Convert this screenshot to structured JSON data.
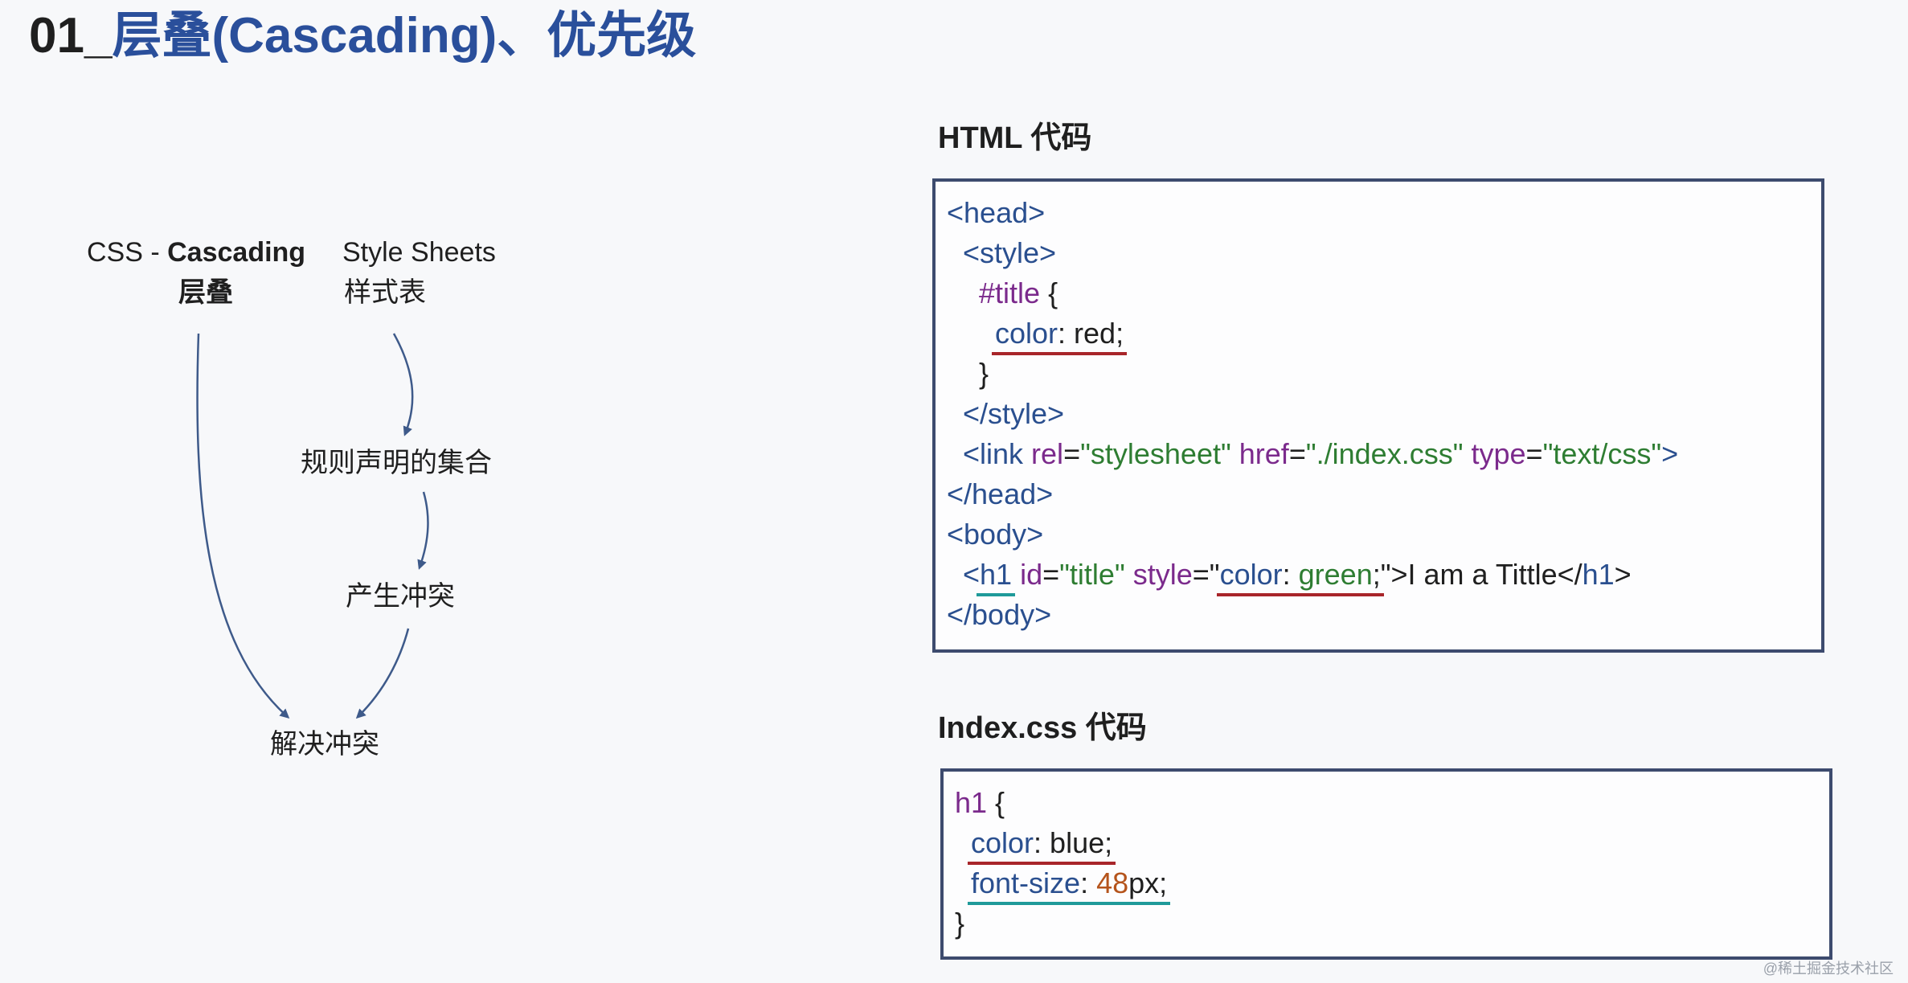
{
  "title": {
    "number": "01_",
    "text": "层叠(Cascading)、优先级"
  },
  "diagram": {
    "css_prefix": "CSS - ",
    "cascading": "Cascading",
    "style_sheets": "Style Sheets",
    "cascading_cn": "层叠",
    "style_sheets_cn": "样式表",
    "rule_set": "规则声明的集合",
    "conflict": "产生冲突",
    "resolve": "解决冲突"
  },
  "html_code": {
    "heading": "HTML 代码",
    "lines": [
      [
        {
          "t": "<head>",
          "c": "tag"
        }
      ],
      [
        {
          "t": "  <style>",
          "c": "tag"
        }
      ],
      [
        {
          "t": "    #title",
          "c": "sel"
        },
        {
          "t": " {",
          "c": "txt"
        }
      ],
      [
        {
          "t": "      color",
          "c": "prop"
        },
        {
          "t": ": red;",
          "c": "txt"
        }
      ],
      [
        {
          "t": "    }",
          "c": "txt"
        }
      ],
      [
        {
          "t": "  </style>",
          "c": "tag"
        }
      ],
      [
        {
          "t": "  <link ",
          "c": "tag"
        },
        {
          "t": "rel",
          "c": "attr"
        },
        {
          "t": "=",
          "c": "txt"
        },
        {
          "t": "\"stylesheet\"",
          "c": "str"
        },
        {
          "t": " ",
          "c": "txt"
        },
        {
          "t": "href",
          "c": "attr"
        },
        {
          "t": "=",
          "c": "txt"
        },
        {
          "t": "\"./index.css\"",
          "c": "str"
        },
        {
          "t": " ",
          "c": "txt"
        },
        {
          "t": "type",
          "c": "attr"
        },
        {
          "t": "=",
          "c": "txt"
        },
        {
          "t": "\"text/css\"",
          "c": "str"
        },
        {
          "t": ">",
          "c": "tag"
        }
      ],
      [
        {
          "t": "</head>",
          "c": "tag"
        }
      ],
      [
        {
          "t": "<body>",
          "c": "tag"
        }
      ],
      [
        {
          "t": "  <h1 ",
          "c": "tag"
        },
        {
          "t": "id",
          "c": "attr"
        },
        {
          "t": "=",
          "c": "txt"
        },
        {
          "t": "\"title\"",
          "c": "str"
        },
        {
          "t": " ",
          "c": "txt"
        },
        {
          "t": "style",
          "c": "attr"
        },
        {
          "t": "=\"",
          "c": "txt"
        },
        {
          "t": "color",
          "c": "prop"
        },
        {
          "t": ": ",
          "c": "txt"
        },
        {
          "t": "green",
          "c": "str"
        },
        {
          "t": ";\">I am a Tittle</",
          "c": "txt"
        },
        {
          "t": "h1",
          "c": "tag"
        },
        {
          "t": ">",
          "c": "txt"
        }
      ],
      [
        {
          "t": "</body>",
          "c": "tag"
        }
      ]
    ]
  },
  "css_code": {
    "heading": "Index.css 代码",
    "lines": [
      [
        {
          "t": "h1",
          "c": "sel"
        },
        {
          "t": " {",
          "c": "txt"
        }
      ],
      [
        {
          "t": "  color",
          "c": "prop"
        },
        {
          "t": ": blue;",
          "c": "txt"
        }
      ],
      [
        {
          "t": "  font-size",
          "c": "prop"
        },
        {
          "t": ": ",
          "c": "txt"
        },
        {
          "t": "48",
          "c": "numv"
        },
        {
          "t": "px;",
          "c": "txt"
        }
      ],
      [
        {
          "t": "}",
          "c": "txt"
        }
      ]
    ]
  },
  "colors": {
    "accent": "#2a4f9b",
    "underline_red": "#a8252a",
    "underline_teal": "#1f9a9a"
  },
  "watermark": "@稀土掘金技术社区"
}
